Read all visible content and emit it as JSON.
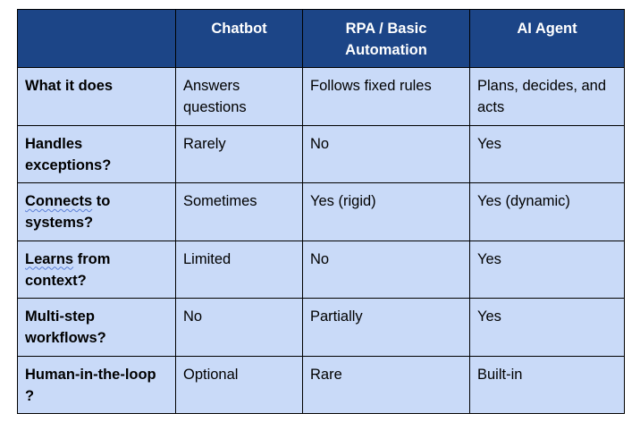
{
  "table": {
    "headers": [
      "",
      "Chatbot",
      "RPA / Basic Automation",
      "AI Agent"
    ],
    "rows": [
      {
        "label": "What it does",
        "chatbot": "Answers questions",
        "rpa": "Follows fixed rules",
        "agent": "Plans, decides, and acts"
      },
      {
        "label": "Handles exceptions?",
        "chatbot": "Rarely",
        "rpa": "No",
        "agent": "Yes"
      },
      {
        "label_first": "Connects",
        "label_rest": " to systems?",
        "chatbot": "Sometimes",
        "rpa": "Yes (rigid)",
        "agent": "Yes (dynamic)"
      },
      {
        "label_first": "Learns",
        "label_rest": " from context?",
        "chatbot": "Limited",
        "rpa": "No",
        "agent": "Yes"
      },
      {
        "label": "Multi-step workflows?",
        "chatbot": "No",
        "rpa": "Partially",
        "agent": "Yes"
      },
      {
        "label": "Human-in-the-loop ?",
        "chatbot": "Optional",
        "rpa": "Rare",
        "agent": "Built-in"
      }
    ]
  },
  "colors": {
    "header_bg": "#1c4587",
    "header_text": "#ffffff",
    "cell_bg": "#c9daf8",
    "border": "#000000"
  }
}
